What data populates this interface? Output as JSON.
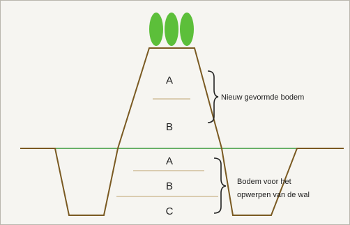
{
  "layers": {
    "new_soil": [
      "A",
      "B"
    ],
    "original_soil": [
      "A",
      "B",
      "C"
    ]
  },
  "annotations": {
    "new_soil": "Nieuw gevormde bodem",
    "original_soil_line1": "Bodem voor het",
    "original_soil_line2": "opwerpen van de wal"
  },
  "colors": {
    "profile": "#7a5a22",
    "surface": "#3a9a3a",
    "boundary": "#c9b48a",
    "leaves": "#5cbf3a",
    "bracket": "#222222"
  },
  "icons": [
    "plant-leaf-icon",
    "plant-leaf-icon",
    "plant-leaf-icon"
  ]
}
